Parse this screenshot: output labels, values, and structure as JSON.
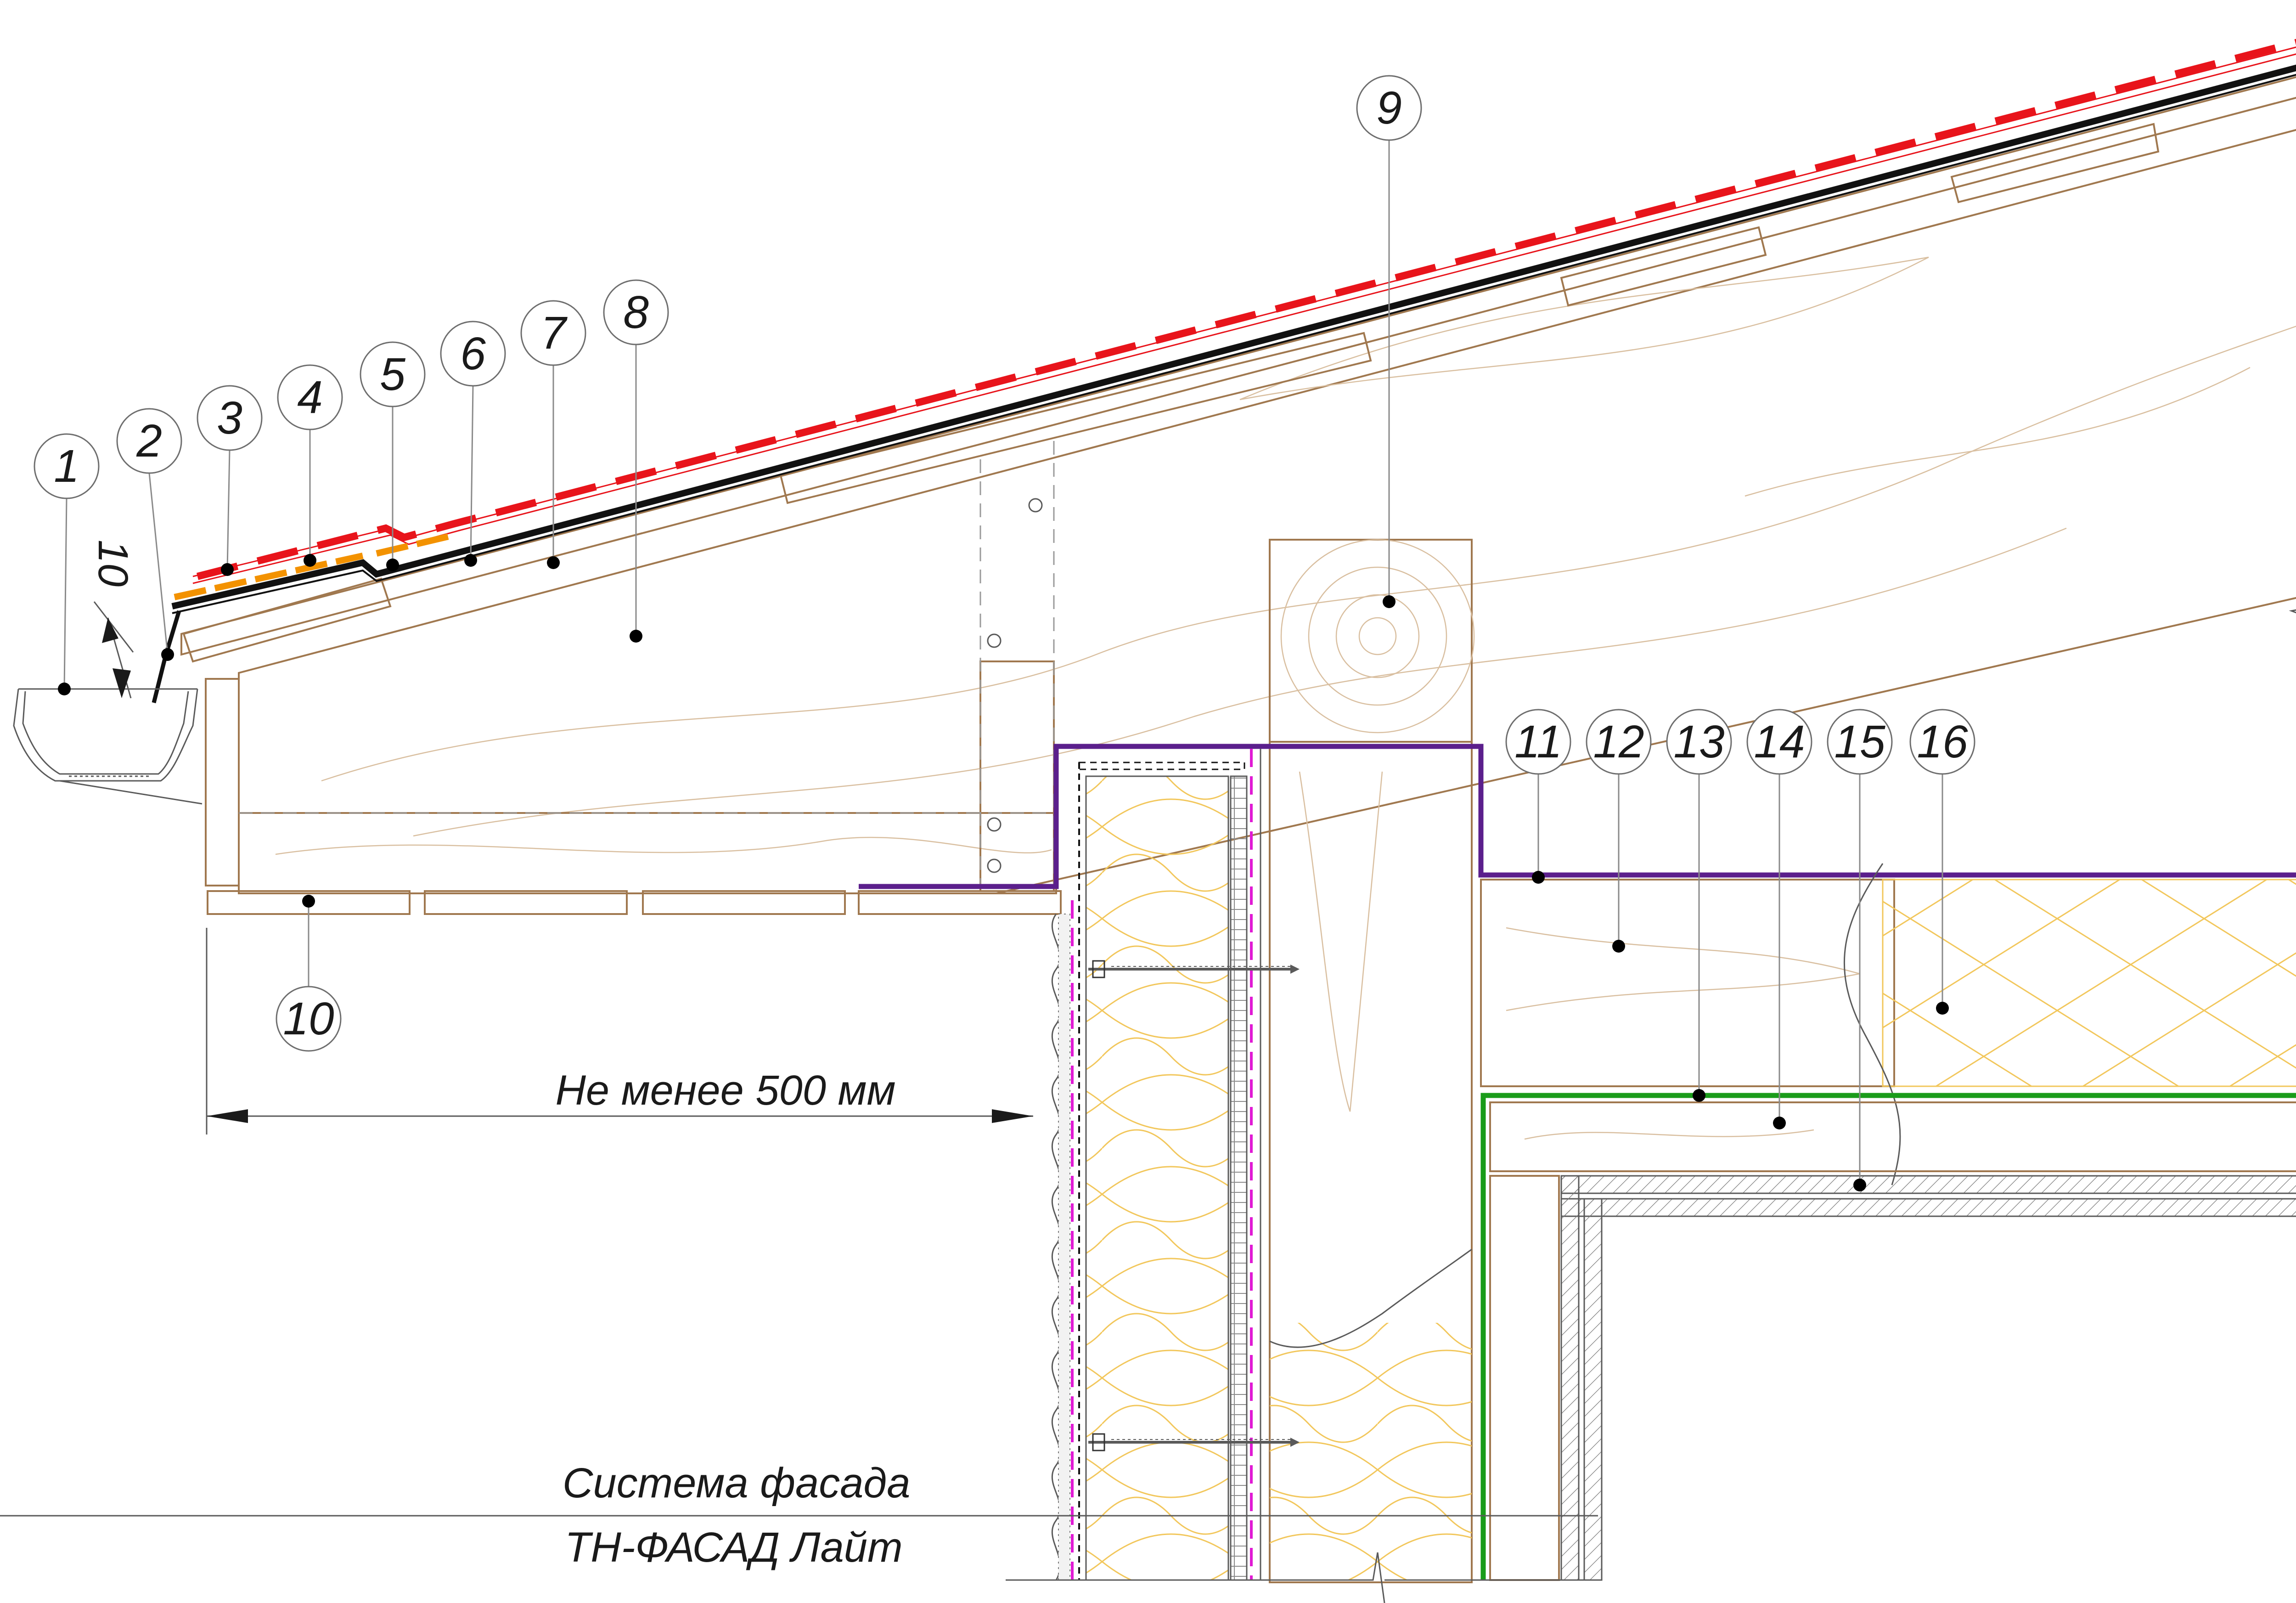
{
  "callouts": [
    {
      "id": "callout-1",
      "label": "1"
    },
    {
      "id": "callout-2",
      "label": "2"
    },
    {
      "id": "callout-3",
      "label": "3"
    },
    {
      "id": "callout-4",
      "label": "4"
    },
    {
      "id": "callout-5",
      "label": "5"
    },
    {
      "id": "callout-6",
      "label": "6"
    },
    {
      "id": "callout-7",
      "label": "7"
    },
    {
      "id": "callout-8",
      "label": "8"
    },
    {
      "id": "callout-9",
      "label": "9"
    },
    {
      "id": "callout-10",
      "label": "10"
    },
    {
      "id": "callout-11",
      "label": "11"
    },
    {
      "id": "callout-12",
      "label": "12"
    },
    {
      "id": "callout-13",
      "label": "13"
    },
    {
      "id": "callout-14",
      "label": "14"
    },
    {
      "id": "callout-15",
      "label": "15"
    },
    {
      "id": "callout-16",
      "label": "16"
    }
  ],
  "dimensions": {
    "overhang_label": "Не менее 500 мм",
    "gutter_angle_label": "10"
  },
  "facade_caption": {
    "line1": "Система фасада",
    "line2": "ТН-ФАСАД Лайт"
  },
  "colors": {
    "membrane_red": "#e8141b",
    "underlay_black": "#111111",
    "strip_orange": "#f39200",
    "waterproofing_purple": "#5b1f8c",
    "vapor_barrier_green": "#1a9c1a",
    "wind_membrane_magenta": "#e01ad4",
    "insulation_yellow": "#f2c75c",
    "wood_brown": "#a0784f"
  }
}
